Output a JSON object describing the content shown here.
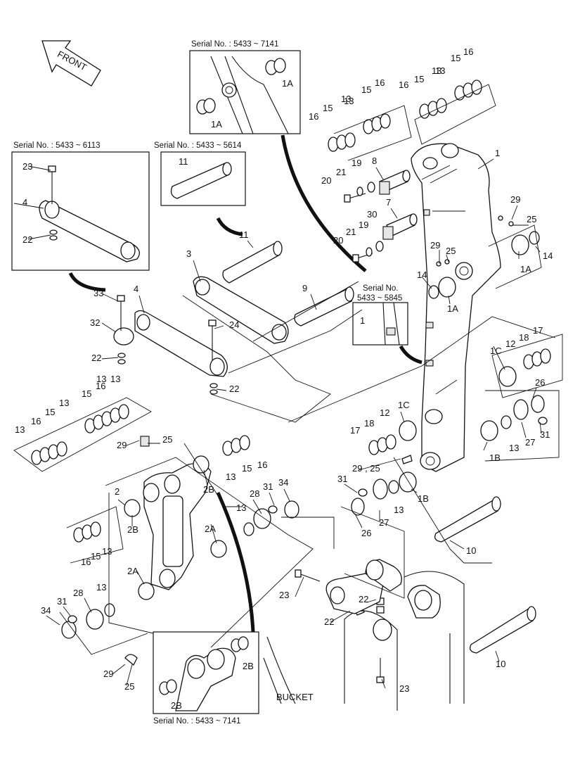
{
  "direction": "FRONT",
  "bucket": "BUCKET",
  "insets": [
    {
      "id": "top",
      "caption": "Serial No. : 5433 ~ 7141",
      "labels": [
        "1A",
        "1A"
      ]
    },
    {
      "id": "link",
      "caption": "Serial No. : 5433 ~ 6113",
      "labels": [
        "23",
        "4",
        "22"
      ]
    },
    {
      "id": "pin",
      "caption": "Serial No. : 5433 ~ 5614",
      "labels": [
        "11"
      ]
    },
    {
      "id": "boss",
      "caption_line1": "Serial No.",
      "caption_line2": "5433 ~ 5845",
      "labels": [
        "1"
      ]
    },
    {
      "id": "bottom",
      "caption": "Serial No. : 5433 ~ 7141",
      "labels": [
        "2B",
        "2B"
      ]
    }
  ],
  "callouts": [
    {
      "id": "c1",
      "text": "1"
    },
    {
      "id": "c1a-a",
      "text": "1A"
    },
    {
      "id": "c1a-b",
      "text": "1A"
    },
    {
      "id": "c1b-a",
      "text": "1B"
    },
    {
      "id": "c1b-b",
      "text": "1B"
    },
    {
      "id": "c1c-a",
      "text": "1C"
    },
    {
      "id": "c1c-b",
      "text": "1C"
    },
    {
      "id": "c2",
      "text": "2"
    },
    {
      "id": "c2a-a",
      "text": "2A"
    },
    {
      "id": "c2a-b",
      "text": "2A"
    },
    {
      "id": "c2b-a",
      "text": "2B"
    },
    {
      "id": "c2b-b",
      "text": "2B"
    },
    {
      "id": "c3",
      "text": "3"
    },
    {
      "id": "c4",
      "text": "4"
    },
    {
      "id": "c7",
      "text": "7"
    },
    {
      "id": "c8",
      "text": "8"
    },
    {
      "id": "c9",
      "text": "9"
    },
    {
      "id": "c10-a",
      "text": "10"
    },
    {
      "id": "c10-b",
      "text": "10"
    },
    {
      "id": "c11",
      "text": "11"
    },
    {
      "id": "c12-a",
      "text": "12"
    },
    {
      "id": "c12-b",
      "text": "12"
    },
    {
      "id": "c13-a",
      "text": "13"
    },
    {
      "id": "c13-b",
      "text": "13"
    },
    {
      "id": "c13-c",
      "text": "13"
    },
    {
      "id": "c13-d",
      "text": "13"
    },
    {
      "id": "c13-e",
      "text": "13"
    },
    {
      "id": "c13-f",
      "text": "13"
    },
    {
      "id": "c13-g",
      "text": "13"
    },
    {
      "id": "c13-h",
      "text": "13"
    },
    {
      "id": "c13-i",
      "text": "13"
    },
    {
      "id": "c13-j",
      "text": "13"
    },
    {
      "id": "c13-k",
      "text": "13"
    },
    {
      "id": "c13-l",
      "text": "13"
    },
    {
      "id": "c13-m",
      "text": "13"
    },
    {
      "id": "c13-n",
      "text": "13"
    },
    {
      "id": "c14-a",
      "text": "14"
    },
    {
      "id": "c14-b",
      "text": "14"
    },
    {
      "id": "c15-a",
      "text": "15"
    },
    {
      "id": "c15-b",
      "text": "15"
    },
    {
      "id": "c15-c",
      "text": "15"
    },
    {
      "id": "c15-d",
      "text": "15"
    },
    {
      "id": "c15-e",
      "text": "15"
    },
    {
      "id": "c15-f",
      "text": "15"
    },
    {
      "id": "c15-g",
      "text": "15"
    },
    {
      "id": "c15-h",
      "text": "15"
    },
    {
      "id": "c16-a",
      "text": "16"
    },
    {
      "id": "c16-b",
      "text": "16"
    },
    {
      "id": "c16-c",
      "text": "16"
    },
    {
      "id": "c16-d",
      "text": "16"
    },
    {
      "id": "c16-e",
      "text": "16"
    },
    {
      "id": "c16-f",
      "text": "16"
    },
    {
      "id": "c16-g",
      "text": "16"
    },
    {
      "id": "c16-h",
      "text": "16"
    },
    {
      "id": "c17-a",
      "text": "17"
    },
    {
      "id": "c17-b",
      "text": "17"
    },
    {
      "id": "c18-a",
      "text": "18"
    },
    {
      "id": "c18-b",
      "text": "18"
    },
    {
      "id": "c19-a",
      "text": "19"
    },
    {
      "id": "c19-b",
      "text": "19"
    },
    {
      "id": "c20-a",
      "text": "20"
    },
    {
      "id": "c20-b",
      "text": "20"
    },
    {
      "id": "c21-a",
      "text": "21"
    },
    {
      "id": "c21-b",
      "text": "21"
    },
    {
      "id": "c22-a",
      "text": "22"
    },
    {
      "id": "c22-b",
      "text": "22"
    },
    {
      "id": "c22-c",
      "text": "22"
    },
    {
      "id": "c22-d",
      "text": "22"
    },
    {
      "id": "c23-a",
      "text": "23"
    },
    {
      "id": "c23-b",
      "text": "23"
    },
    {
      "id": "c24",
      "text": "24"
    },
    {
      "id": "c25-a",
      "text": "25"
    },
    {
      "id": "c25-b",
      "text": "25"
    },
    {
      "id": "c25-c",
      "text": "25"
    },
    {
      "id": "c25-d",
      "text": "29 , 25"
    },
    {
      "id": "c25-e",
      "text": "25"
    },
    {
      "id": "c26-a",
      "text": "26"
    },
    {
      "id": "c26-b",
      "text": "26"
    },
    {
      "id": "c27-a",
      "text": "27"
    },
    {
      "id": "c27-b",
      "text": "27"
    },
    {
      "id": "c28-a",
      "text": "28"
    },
    {
      "id": "c28-b",
      "text": "28"
    },
    {
      "id": "c29-a",
      "text": "29"
    },
    {
      "id": "c29-b",
      "text": "29"
    },
    {
      "id": "c29-c",
      "text": "29"
    },
    {
      "id": "c29-d",
      "text": "29"
    },
    {
      "id": "c30",
      "text": "30"
    },
    {
      "id": "c31-a",
      "text": "31"
    },
    {
      "id": "c31-b",
      "text": "31"
    },
    {
      "id": "c31-c",
      "text": "31"
    },
    {
      "id": "c31-d",
      "text": "31"
    },
    {
      "id": "c32",
      "text": "32"
    },
    {
      "id": "c33",
      "text": "33"
    },
    {
      "id": "c34-a",
      "text": "34"
    },
    {
      "id": "c34-b",
      "text": "34"
    }
  ]
}
